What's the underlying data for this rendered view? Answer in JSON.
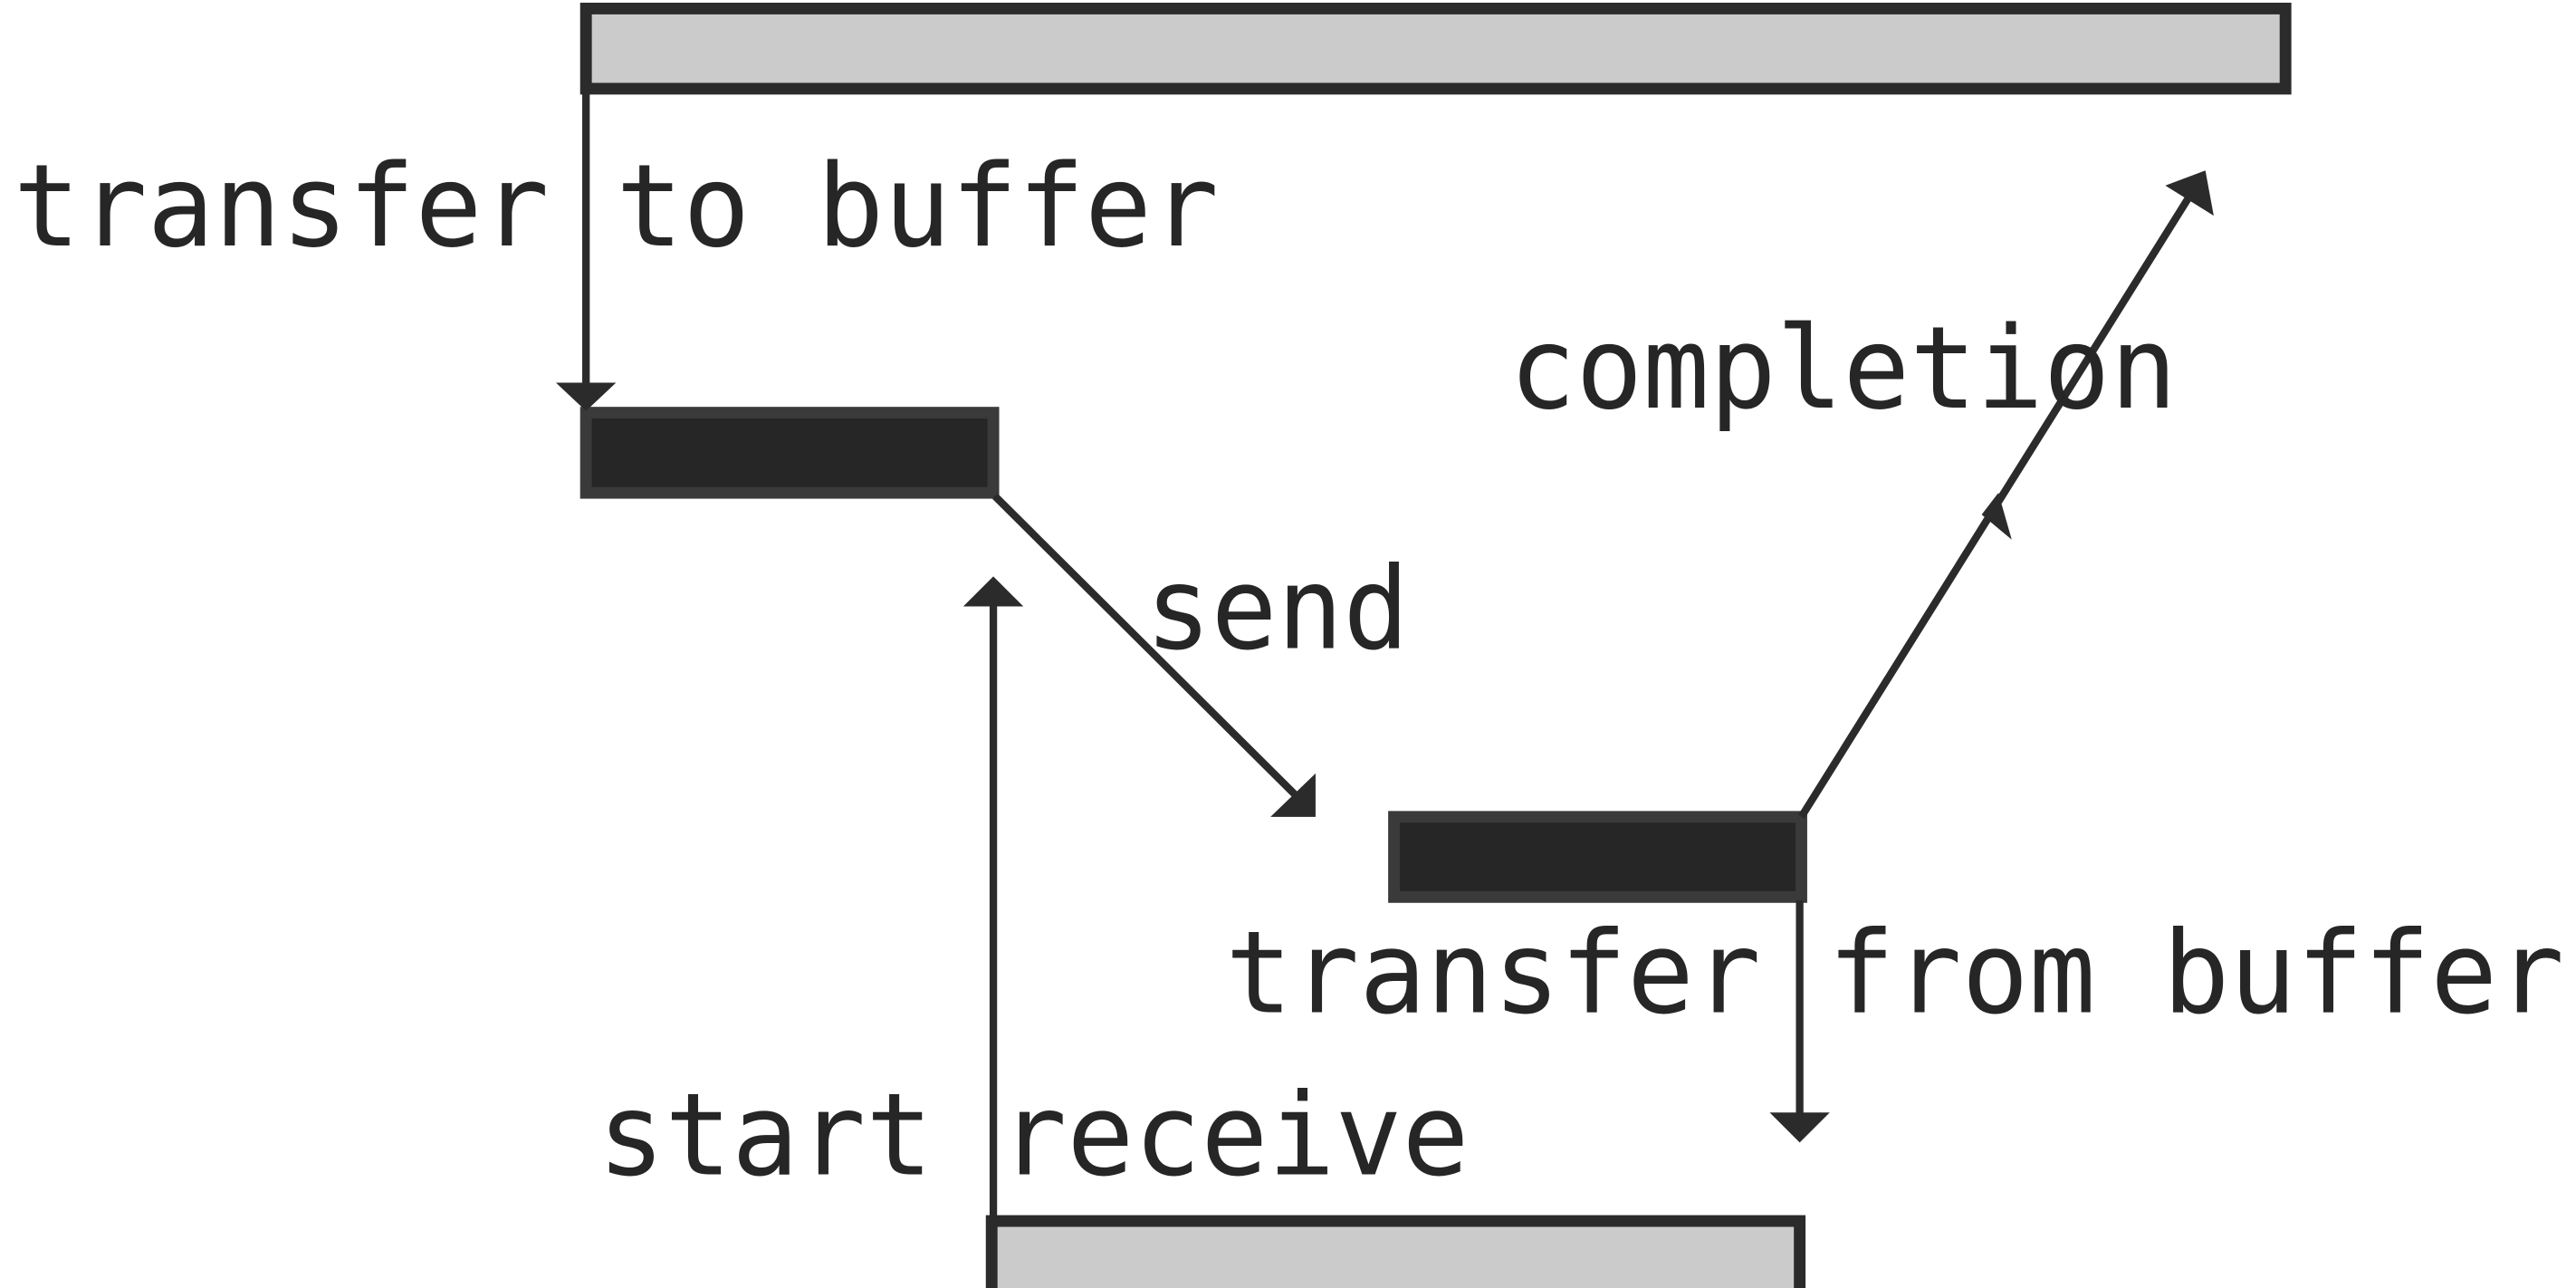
{
  "labels": {
    "transfer_to_buffer": "transfer to buffer",
    "completion": "completion",
    "send": "send",
    "transfer_from_buffer": "transfer from buffer",
    "start_receive": "start receive"
  },
  "colors": {
    "gray_bar_fill": "#cbcbcb",
    "dark_bar_fill": "#262626",
    "stroke": "#2b2b2b",
    "text": "#262626"
  }
}
